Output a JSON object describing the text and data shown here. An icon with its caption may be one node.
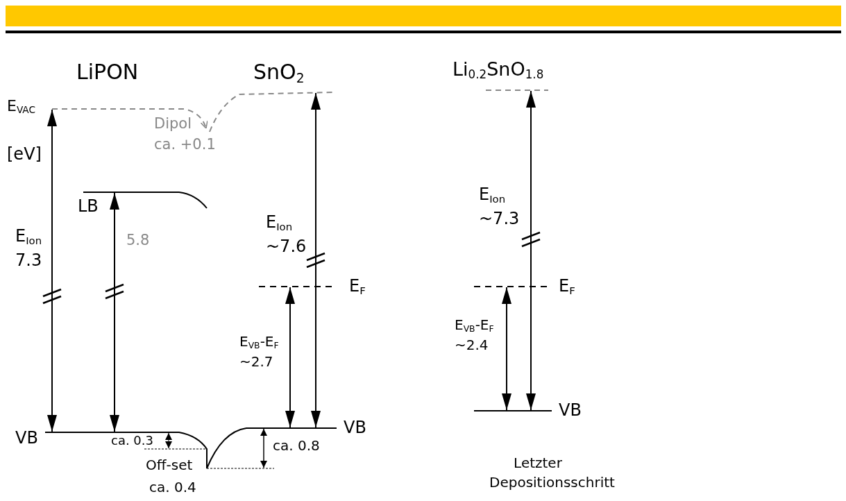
{
  "diagram": {
    "labels": [
      "LiPON",
      "SnO$_{2}$",
      "Li$_{0.2}$SnO$_{1.8}$",
      "E$_{VAC}$",
      "Dipol",
      "ca. +0.1",
      "[eV]",
      "LB",
      "5.8",
      "E$_{Ion}$",
      "7.3",
      "E$_{Ion}$",
      "~7.6",
      "E$_{Ion}$",
      "~7.3",
      "E$_{F}$",
      "E$_{F}$",
      "E$_{VB}$-E$_{F}$",
      "~2.7",
      "E$_{VB}$-E$_{F}$",
      "~2.4",
      "VB",
      "ca. 0.3",
      "VB",
      "ca. 0.8",
      "VB",
      "Off-set",
      "ca. 0.4",
      "Letzter Depositionsschritt"
    ]
  }
}
